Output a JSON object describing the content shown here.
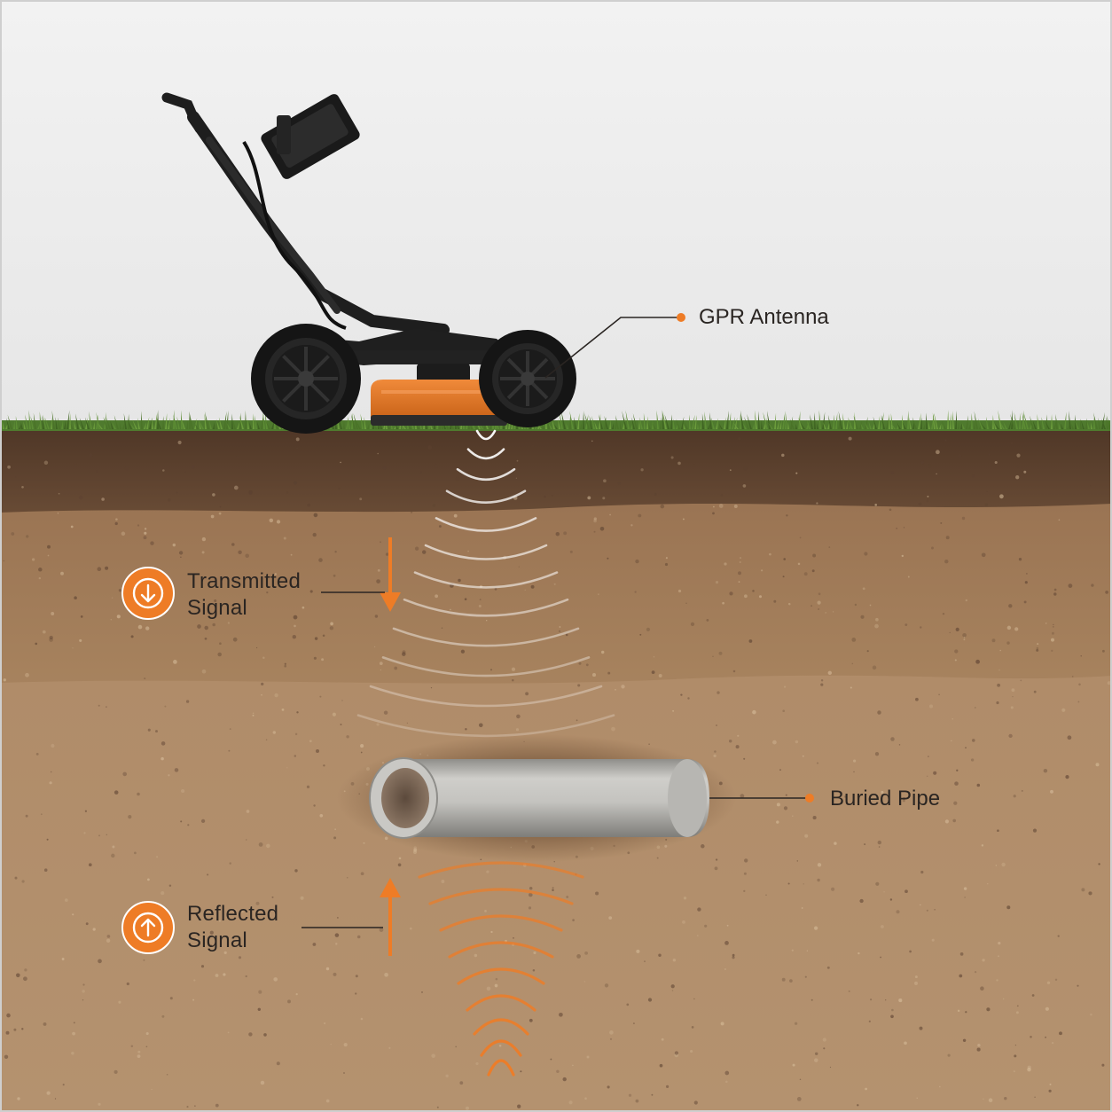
{
  "labels": {
    "gpr_antenna": "GPR Antenna",
    "buried_pipe": "Buried Pipe",
    "transmitted_line1": "Transmitted",
    "transmitted_line2": "Signal",
    "reflected_line1": "Reflected",
    "reflected_line2": "Signal"
  },
  "icons": {
    "transmitted": "arrow-down-circle-icon",
    "reflected": "arrow-up-circle-icon"
  },
  "colors": {
    "accent": "#EE7C26",
    "sky": "#EDEDED",
    "topsoil": "#5E4331",
    "subsoil": "#A47F5E",
    "deep_soil": "#B18D6B",
    "grass": "#4F7A2E",
    "pipe": "#BDBCB8",
    "device_body": "#1E1E1E"
  }
}
